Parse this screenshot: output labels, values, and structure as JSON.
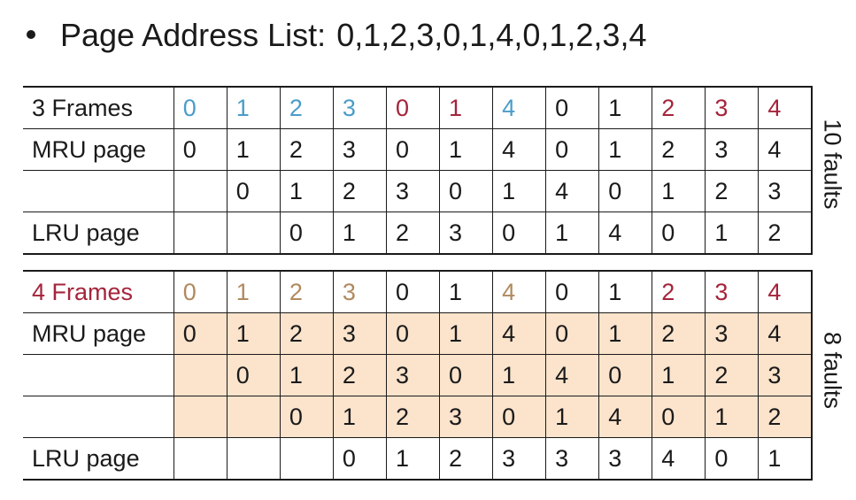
{
  "title": {
    "label": "Page Address List:",
    "sequence": "0,1,2,3,0,1,4,0,1,2,3,4"
  },
  "colors": {
    "blue": "#4a9cc9",
    "red": "#a4243b",
    "tan": "#b08a5e",
    "black": "#1a1a1a",
    "shade": "#fbe3cc"
  },
  "tables": [
    {
      "rows": [
        {
          "label": "3 Frames",
          "cells": [
            "0",
            "1",
            "2",
            "3",
            "0",
            "1",
            "4",
            "0",
            "1",
            "2",
            "3",
            "4"
          ]
        },
        {
          "label": "MRU page",
          "cells": [
            "0",
            "1",
            "2",
            "3",
            "0",
            "1",
            "4",
            "0",
            "1",
            "2",
            "3",
            "4"
          ]
        },
        {
          "label": "",
          "cells": [
            "",
            "0",
            "1",
            "2",
            "3",
            "0",
            "1",
            "4",
            "0",
            "1",
            "2",
            "3"
          ]
        },
        {
          "label": "LRU page",
          "cells": [
            "",
            "",
            "0",
            "1",
            "2",
            "3",
            "0",
            "1",
            "4",
            "0",
            "1",
            "2"
          ]
        }
      ],
      "side_label": "10 faults"
    },
    {
      "rows": [
        {
          "label": "4 Frames",
          "cells": [
            "0",
            "1",
            "2",
            "3",
            "0",
            "1",
            "4",
            "0",
            "1",
            "2",
            "3",
            "4"
          ]
        },
        {
          "label": "MRU page",
          "cells": [
            "0",
            "1",
            "2",
            "3",
            "0",
            "1",
            "4",
            "0",
            "1",
            "2",
            "3",
            "4"
          ]
        },
        {
          "label": "",
          "cells": [
            "",
            "0",
            "1",
            "2",
            "3",
            "0",
            "1",
            "4",
            "0",
            "1",
            "2",
            "3"
          ]
        },
        {
          "label": "",
          "cells": [
            "",
            "",
            "0",
            "1",
            "2",
            "3",
            "0",
            "1",
            "4",
            "0",
            "1",
            "2"
          ]
        },
        {
          "label": "LRU page",
          "cells": [
            "",
            "",
            "",
            "0",
            "1",
            "2",
            "3",
            "3",
            "3",
            "4",
            "0",
            "1"
          ]
        }
      ],
      "side_label": "8 faults"
    }
  ]
}
